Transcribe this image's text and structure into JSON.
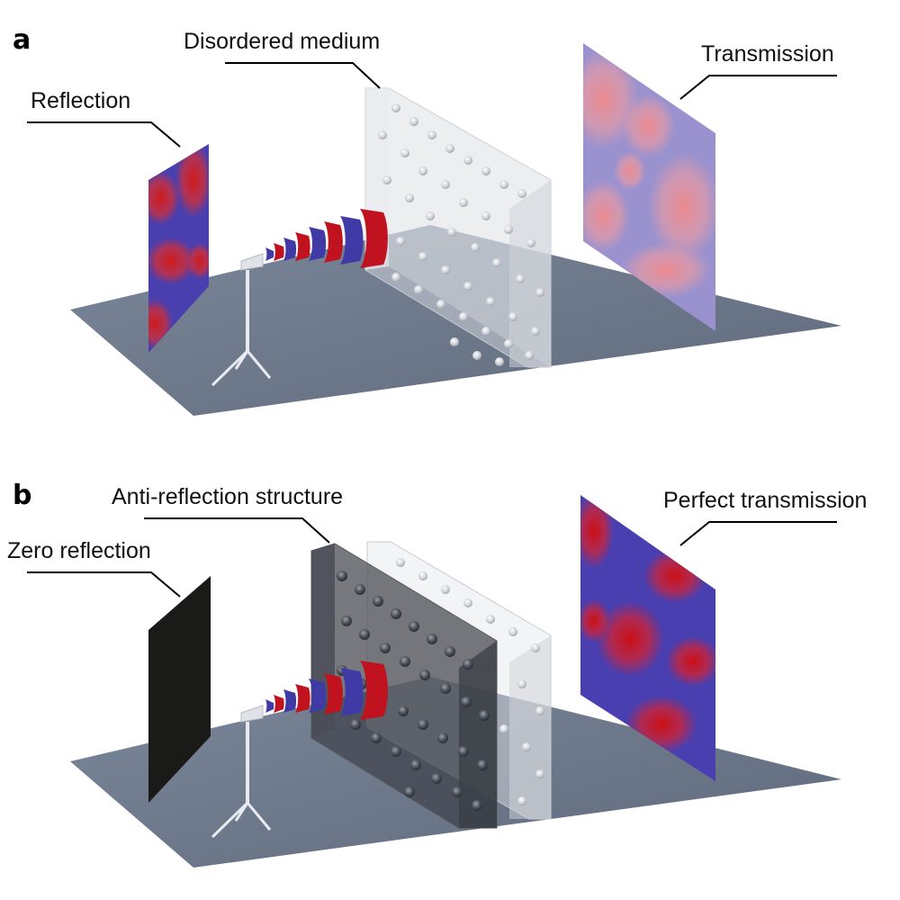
{
  "panels": [
    {
      "letter": "a",
      "medium_label": "Disordered medium",
      "reflection_label": "Reflection",
      "transmission_label": "Transmission"
    },
    {
      "letter": "b",
      "structure_label": "Anti-reflection structure",
      "reflection_label": "Zero reflection",
      "transmission_label": "Perfect transmission"
    }
  ],
  "colors": {
    "floor": "#6f7b8f",
    "wave_red": "#c0121f",
    "wave_blue": "#3f3aa6",
    "speckle_red": "#d01a1a",
    "speckle_blue": "#4a3fb0",
    "speckle_pink": "#e88a94",
    "speckle_lavender": "#9a8fcf",
    "zero_screen": "#1a1a18"
  }
}
